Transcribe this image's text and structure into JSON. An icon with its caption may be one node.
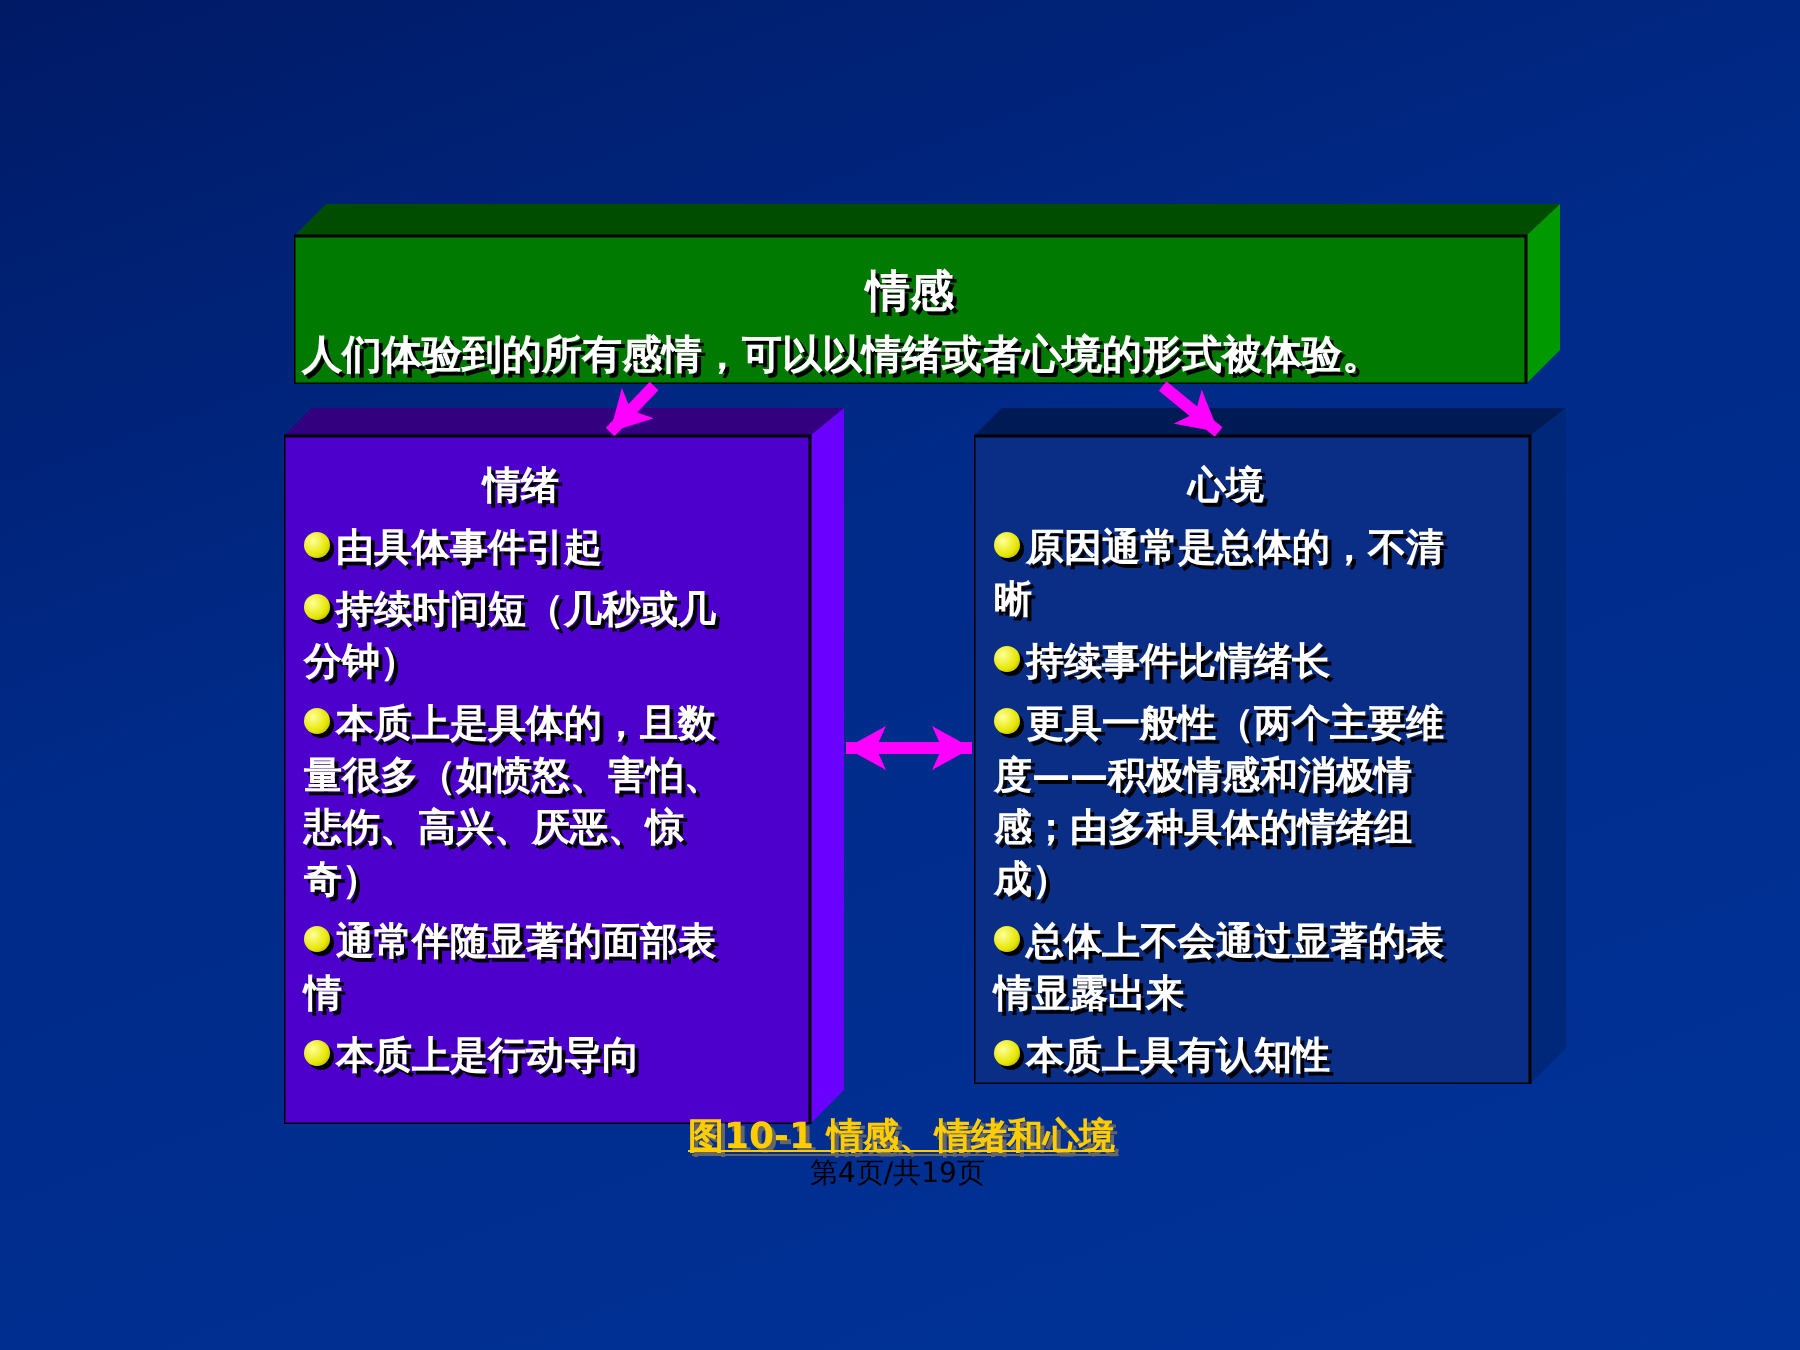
{
  "diagram": {
    "caption": "图10-1 情感、情绪和心境",
    "nodes": [
      {
        "text": [
          "情感",
          "人们体验到的所有感情，可以以情绪或者心境的形式被体验。"
        ]
      },
      {
        "text": [
          "情绪",
          "由具体事件引起",
          "持续时间短（几秒或几分钟）",
          "本质上是具体的，且数量很多（如愤怒、害怕、悲伤、高兴、厌恶、惊奇）",
          "通常伴随显著的面部表情",
          "本质上是行动导向"
        ]
      },
      {
        "text": [
          "心境",
          "原因通常是总体的，不清晰",
          "持续事件比情绪长",
          "更具一般性（两个主要维度——积极情感和消极情感；由多种具体的情绪组成）",
          "总体上不会通过显著的表情显露出来",
          "本质上具有认知性"
        ]
      }
    ],
    "edges": [
      {
        "from": 0,
        "to": 1,
        "arrow": "to"
      },
      {
        "from": 0,
        "to": 2,
        "arrow": "to"
      },
      {
        "from": 1,
        "to": 2,
        "arrow": "both"
      }
    ],
    "labels": [
      "第4页/共19页"
    ]
  }
}
